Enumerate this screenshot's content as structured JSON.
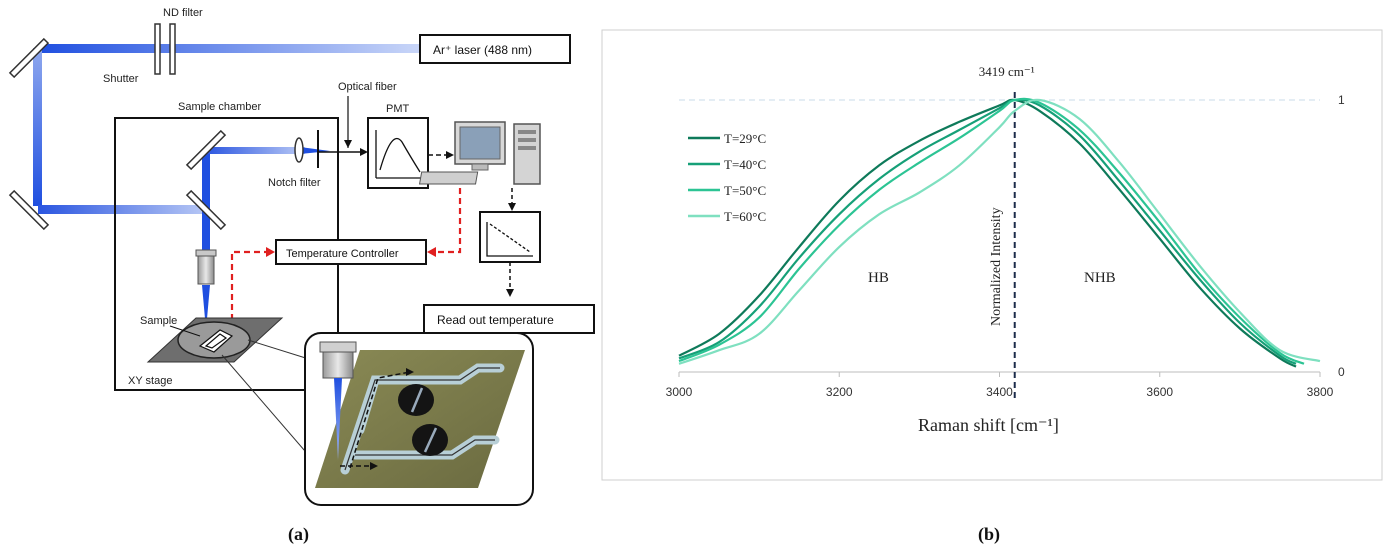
{
  "panel_a": {
    "labels": {
      "nd_filter": "ND filter",
      "shutter": "Shutter",
      "laser": "Ar⁺ laser (488 nm)",
      "optical_fiber": "Optical fiber",
      "sample_chamber": "Sample chamber",
      "pmt": "PMT",
      "notch_filter": "Notch filter",
      "temperature_controller": "Temperature Controller",
      "read_out": "Read out temperature",
      "sample": "Sample",
      "xy_stage": "XY stage"
    },
    "caption": "(a)",
    "colors": {
      "laser_beam": "#1f4fe0",
      "control_line": "#e02020"
    }
  },
  "panel_b": {
    "caption": "(b)",
    "peak_label": "3419 cm⁻¹",
    "region_hb": "HB",
    "region_nhb": "NHB"
  },
  "chart_data": {
    "type": "line",
    "xlabel": "Raman shift [cm⁻¹]",
    "ylabel": "Normalized Intensity",
    "xlim": [
      3000,
      3800
    ],
    "ylim": [
      0,
      1
    ],
    "xticks": [
      "3000",
      "3200",
      "3400",
      "3600",
      "3800"
    ],
    "yticks": [
      "0",
      "1"
    ],
    "grid": false,
    "legend_position": "top-left",
    "peak_marker_x": 3419,
    "series": [
      {
        "name": "T=29°C",
        "color": "#0e7a5a",
        "x": [
          3000,
          3050,
          3100,
          3150,
          3200,
          3250,
          3300,
          3350,
          3400,
          3419,
          3450,
          3500,
          3550,
          3600,
          3650,
          3700,
          3750,
          3770
        ],
        "y": [
          0.06,
          0.14,
          0.28,
          0.46,
          0.63,
          0.76,
          0.85,
          0.92,
          0.98,
          1.0,
          0.96,
          0.84,
          0.67,
          0.49,
          0.31,
          0.16,
          0.05,
          0.02
        ]
      },
      {
        "name": "T=40°C",
        "color": "#16a078",
        "x": [
          3000,
          3050,
          3100,
          3150,
          3200,
          3250,
          3300,
          3350,
          3400,
          3419,
          3450,
          3500,
          3550,
          3600,
          3650,
          3700,
          3750,
          3770
        ],
        "y": [
          0.05,
          0.11,
          0.24,
          0.42,
          0.58,
          0.71,
          0.81,
          0.89,
          0.97,
          1.0,
          0.98,
          0.87,
          0.7,
          0.52,
          0.34,
          0.18,
          0.06,
          0.03
        ]
      },
      {
        "name": "T=50°C",
        "color": "#2cc494",
        "x": [
          3000,
          3050,
          3100,
          3150,
          3200,
          3250,
          3300,
          3350,
          3400,
          3419,
          3450,
          3500,
          3550,
          3600,
          3650,
          3700,
          3750,
          3780
        ],
        "y": [
          0.04,
          0.1,
          0.2,
          0.38,
          0.54,
          0.67,
          0.77,
          0.86,
          0.96,
          1.0,
          0.99,
          0.89,
          0.73,
          0.55,
          0.36,
          0.2,
          0.07,
          0.03
        ]
      },
      {
        "name": "T=60°C",
        "color": "#7fe0c0",
        "x": [
          3000,
          3050,
          3100,
          3150,
          3200,
          3250,
          3300,
          3350,
          3400,
          3419,
          3450,
          3500,
          3550,
          3600,
          3650,
          3700,
          3750,
          3800
        ],
        "y": [
          0.03,
          0.08,
          0.14,
          0.3,
          0.46,
          0.58,
          0.66,
          0.76,
          0.9,
          0.96,
          1.0,
          0.93,
          0.77,
          0.58,
          0.39,
          0.22,
          0.08,
          0.04
        ]
      }
    ]
  }
}
